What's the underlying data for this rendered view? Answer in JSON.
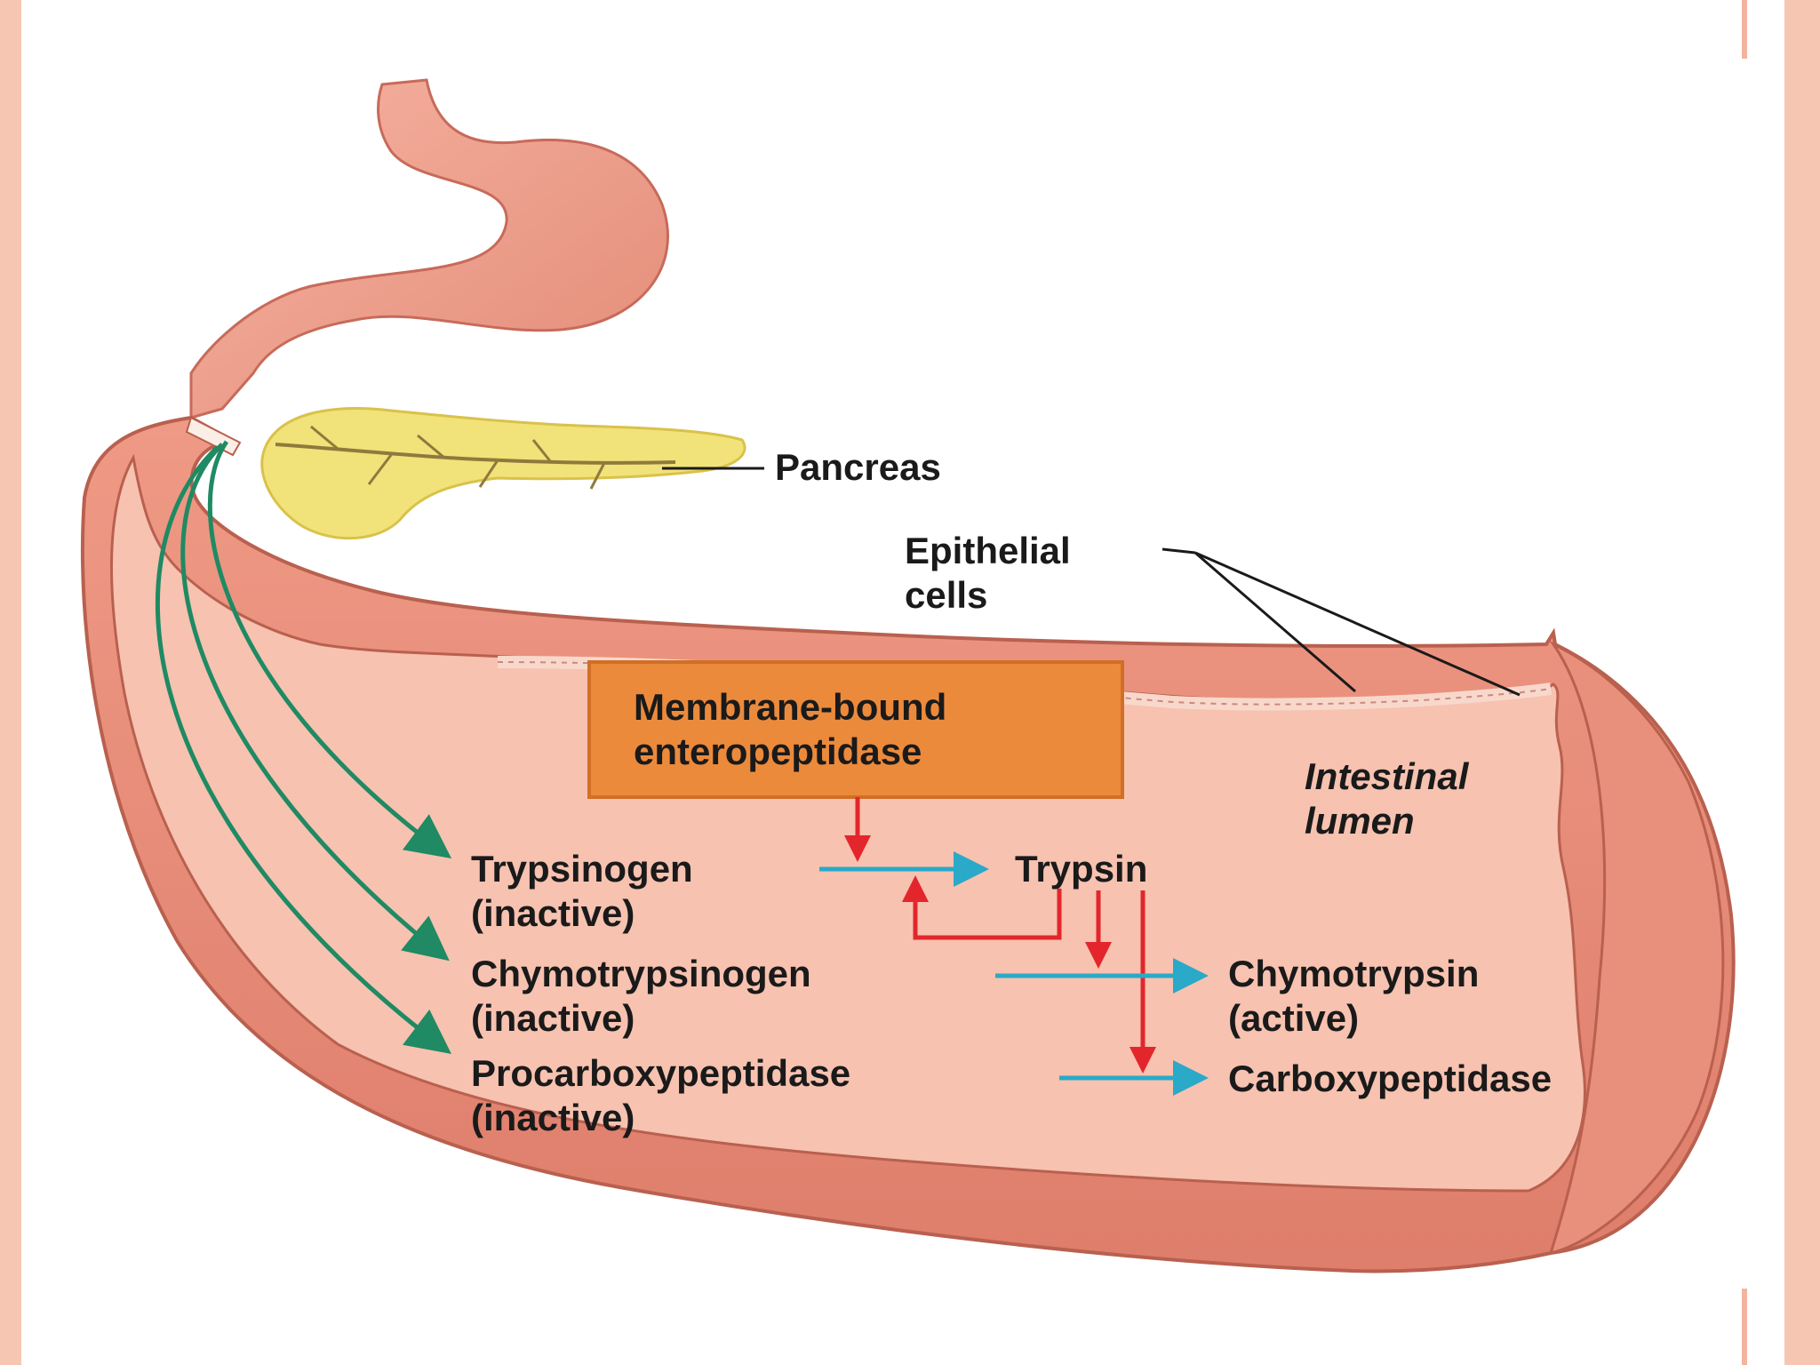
{
  "labels": {
    "pancreas": "Pancreas",
    "epithelial_line1": "Epithelial",
    "epithelial_line2": "cells",
    "enzyme_box_line1": "Membrane-bound",
    "enzyme_box_line2": "enteropeptidase",
    "lumen_line1": "Intestinal",
    "lumen_line2": "lumen",
    "trypsinogen": "Trypsinogen",
    "trypsinogen_state": "(inactive)",
    "trypsin": "Trypsin",
    "chymotrypsinogen": "Chymotrypsinogen",
    "chymotrypsinogen_state": "(inactive)",
    "chymotrypsin": "Chymotrypsin",
    "chymotrypsin_state": "(active)",
    "procarboxypeptidase": "Procarboxypeptidase",
    "procarboxypeptidase_state": "(inactive)",
    "carboxypeptidase": "Carboxypeptidase"
  },
  "colors": {
    "tissue": "#f2a08e",
    "tissue_dark": "#c86a5a",
    "lumen_fill": "#f7c2b0",
    "pancreas": "#f2e27a",
    "box": "#ec8a3c",
    "activation_arrow": "#e3262c",
    "conversion_arrow": "#2aa9c9",
    "secretion_arrow": "#1f8a63"
  }
}
